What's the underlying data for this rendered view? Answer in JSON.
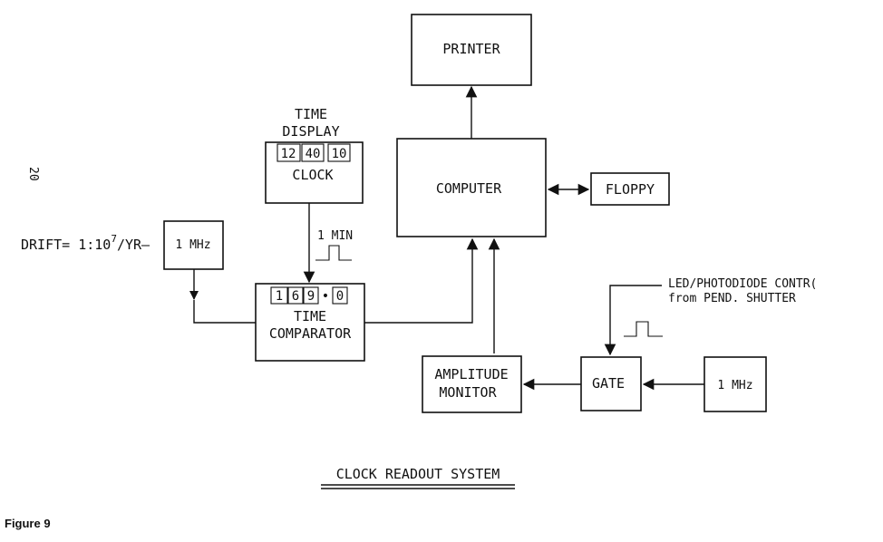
{
  "page_number": "20",
  "figure_label": "Figure 9",
  "title": "CLOCK READOUT SYSTEM",
  "drift_label": "DRIFT= 1:10",
  "drift_exp": "7",
  "drift_unit": "/YR—",
  "blocks": {
    "printer": "PRINTER",
    "computer": "COMPUTER",
    "floppy": "FLOPPY",
    "time_display_line1": "TIME",
    "time_display_line2": "DISPLAY",
    "clock": "CLOCK",
    "clock_digits": [
      "12",
      "40",
      "10"
    ],
    "oscillator_left": "1 MHz",
    "comparator_digits": [
      "1",
      "6",
      "9",
      "•",
      "0"
    ],
    "comparator_line1": "TIME",
    "comparator_line2": "COMPARATOR",
    "amplitude_line1": "AMPLITUDE",
    "amplitude_line2": "MONITOR",
    "gate": "GATE",
    "oscillator_right": "1 MHz"
  },
  "annotations": {
    "one_min": "1 MIN",
    "led_line1": "LED/PHOTODIODE CONTR(",
    "led_line2": "from PEND. SHUTTER"
  }
}
